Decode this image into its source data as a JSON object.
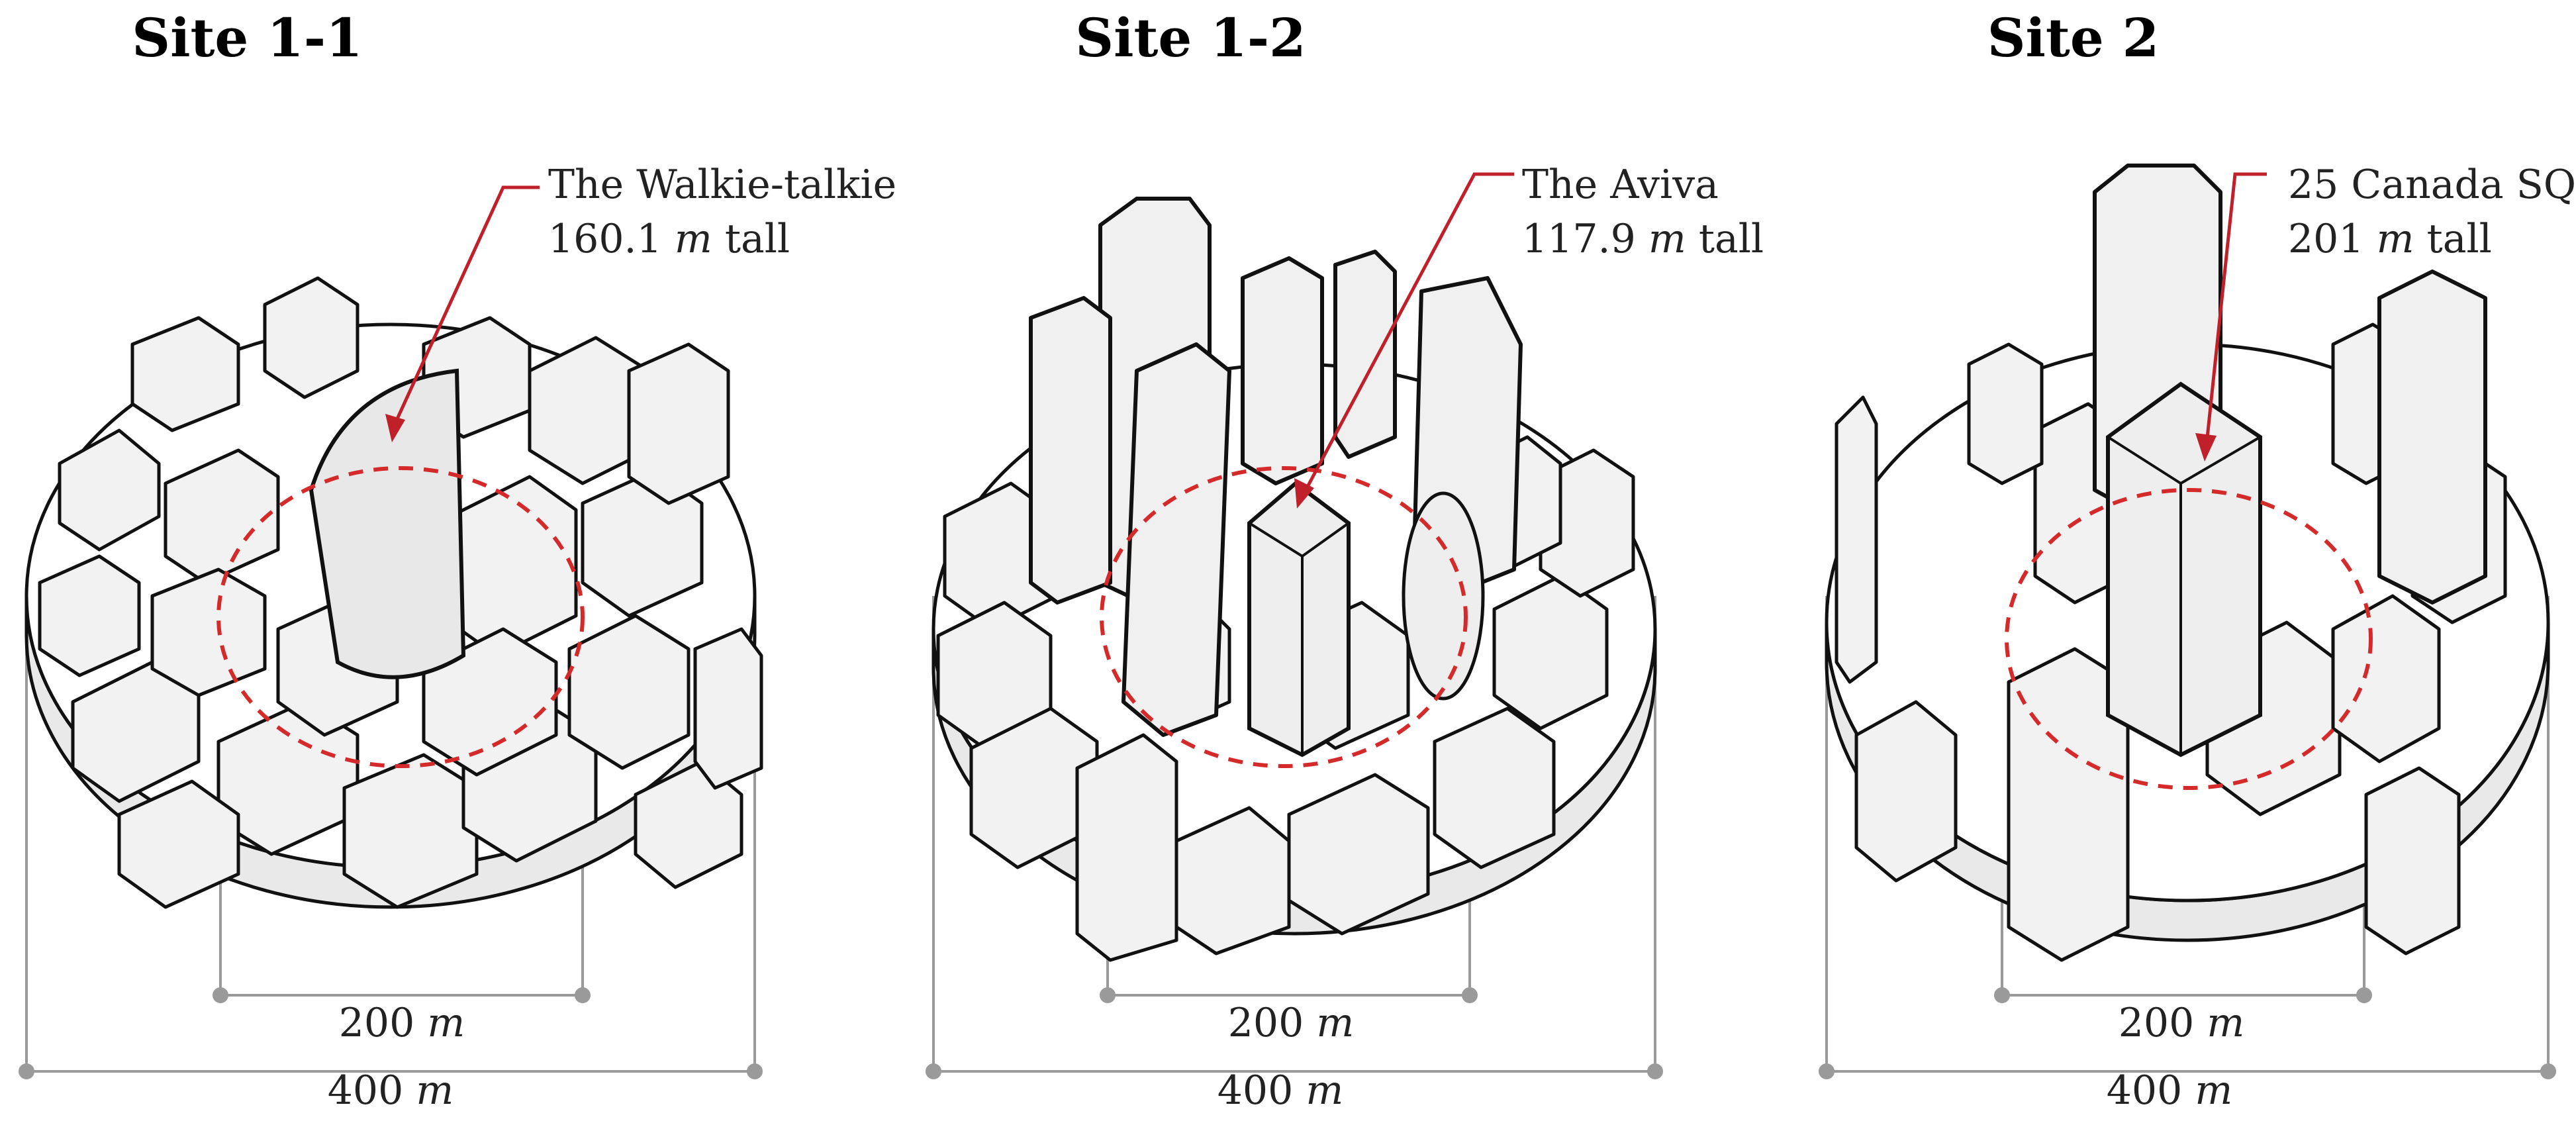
{
  "sites": [
    {
      "title": "Site 1-1",
      "building_name": "The Walkie-talkie",
      "height_value": "160.1",
      "height_unit": "m",
      "height_suffix": "tall",
      "inner_value": "200",
      "inner_unit": "m",
      "outer_value": "400",
      "outer_unit": "m"
    },
    {
      "title": "Site 1-2",
      "building_name": "The Aviva",
      "height_value": "117.9",
      "height_unit": "m",
      "height_suffix": "tall",
      "inner_value": "200",
      "inner_unit": "m",
      "outer_value": "400",
      "outer_unit": "m"
    },
    {
      "title": "Site 2",
      "building_name": "25 Canada SQ",
      "height_value": "201",
      "height_unit": "m",
      "height_suffix": "tall",
      "inner_value": "200",
      "inner_unit": "m",
      "outer_value": "400",
      "outer_unit": "m"
    }
  ],
  "colors": {
    "callout_line": "#c0202a",
    "dashed_circle": "#d42a2a",
    "dimension_line": "#9a9a9a",
    "building_fill": "#f2f2f2",
    "building_stroke": "#111111"
  }
}
